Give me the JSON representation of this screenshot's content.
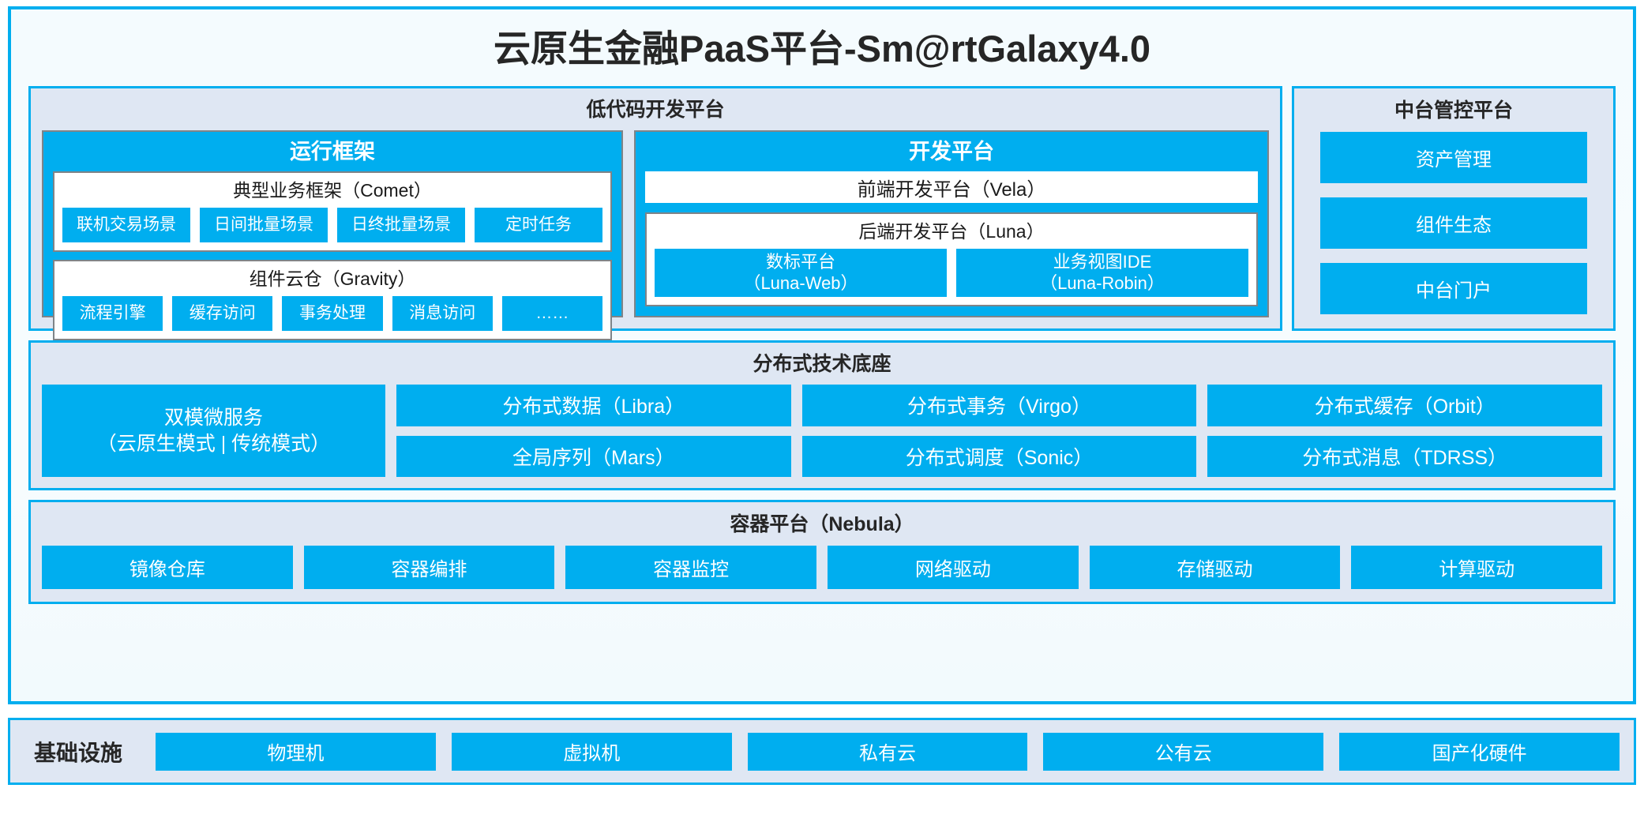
{
  "platform": {
    "title": "云原生金融PaaS平台-Sm@rtGalaxy4.0"
  },
  "lowcode": {
    "title": "低代码开发平台",
    "runtime": {
      "title": "运行框架",
      "comet": {
        "title": "典型业务框架（Comet）",
        "chips": [
          "联机交易场景",
          "日间批量场景",
          "日终批量场景",
          "定时任务"
        ]
      },
      "gravity": {
        "title": "组件云仓（Gravity）",
        "chips": [
          "流程引擎",
          "缓存访问",
          "事务处理",
          "消息访问",
          "……"
        ]
      }
    },
    "devplatform": {
      "title": "开发平台",
      "vela": "前端开发平台（Vela）",
      "luna": {
        "title": "后端开发平台（Luna）",
        "chips": [
          {
            "name": "数标平台",
            "code": "（Luna-Web）"
          },
          {
            "name": "业务视图IDE",
            "code": "（Luna-Robin）"
          }
        ]
      }
    }
  },
  "midoffice": {
    "title": "中台管控平台",
    "items": [
      "资产管理",
      "组件生态",
      "中台门户"
    ]
  },
  "base": {
    "title": "分布式技术底座",
    "microservice": {
      "name": "双模微服务",
      "modes": "（云原生模式 | 传统模式）"
    },
    "columns": [
      [
        "分布式数据（Libra）",
        "全局序列（Mars）"
      ],
      [
        "分布式事务（Virgo）",
        "分布式调度（Sonic）"
      ],
      [
        "分布式缓存（Orbit）",
        "分布式消息（TDRSS）"
      ]
    ]
  },
  "container": {
    "title": "容器平台（Nebula）",
    "cells": [
      "镜像仓库",
      "容器编排",
      "容器监控",
      "网络驱动",
      "存储驱动",
      "计算驱动"
    ]
  },
  "infrastructure": {
    "label": "基础设施",
    "cells": [
      "物理机",
      "虚拟机",
      "私有云",
      "公有云",
      "国产化硬件"
    ]
  },
  "colors": {
    "accent": "#00AEEF",
    "panel_bg": "#dfe7f3",
    "shell_bg": "#f5fbfe",
    "box_border": "#7f8488",
    "text_dark": "#262626",
    "text_white": "#ffffff"
  }
}
